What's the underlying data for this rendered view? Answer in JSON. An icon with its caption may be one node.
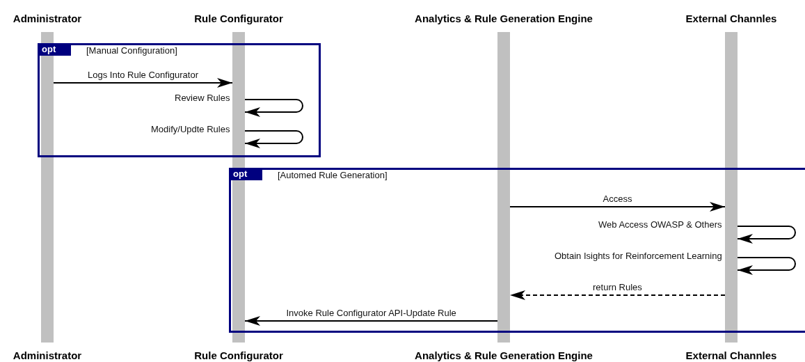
{
  "diagram": {
    "nodes": [
      {
        "text": [
          "Administrator",
          "Administrator"
        ]
      },
      {
        "text": [
          "Rule Configurator",
          "Rule Configurator"
        ]
      },
      {
        "text": [
          "Analytics & Rule Generation Engine",
          "Analytics & Rule Generation Engine"
        ]
      },
      {
        "text": [
          "External Channles",
          "External Channles"
        ]
      }
    ],
    "labels": [
      "opt",
      "[Manual Configuration]",
      "opt",
      "[Automed Rule Generation]"
    ],
    "edges": [
      {
        "from": 0,
        "to": 1,
        "arrow": "to",
        "label": "Logs Into Rule Configurator"
      },
      {
        "from": 1,
        "to": 1,
        "arrow": "to",
        "label": "Review Rules"
      },
      {
        "from": 1,
        "to": 1,
        "arrow": "to",
        "label": "Modify/Updte Rules"
      },
      {
        "from": 2,
        "to": 3,
        "arrow": "to",
        "label": "Access"
      },
      {
        "from": 3,
        "to": 3,
        "arrow": "to",
        "label": "Web Access OWASP & Others"
      },
      {
        "from": 3,
        "to": 3,
        "arrow": "to",
        "label": "Obtain Isights for Reinforcement Learning"
      },
      {
        "from": 3,
        "to": 2,
        "arrow": "to",
        "label": "return Rules",
        "style": "dashed"
      },
      {
        "from": 2,
        "to": 1,
        "arrow": "to",
        "label": "Invoke Rule Configurator API-Update Rule"
      }
    ]
  }
}
